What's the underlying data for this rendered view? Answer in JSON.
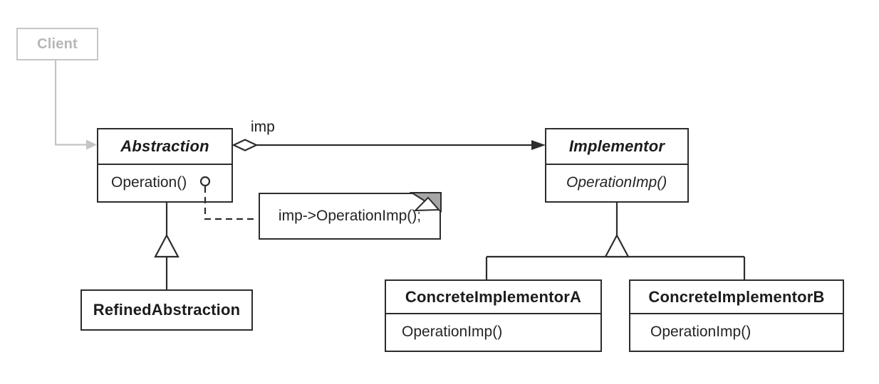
{
  "classes": {
    "client": {
      "name": "Client"
    },
    "abstraction": {
      "name": "Abstraction",
      "operations": [
        "Operation()"
      ]
    },
    "implementor": {
      "name": "Implementor",
      "operations": [
        "OperationImp()"
      ]
    },
    "refined_abstraction": {
      "name": "RefinedAbstraction"
    },
    "concrete_implementor_a": {
      "name": "ConcreteImplementorA",
      "operations": [
        "OperationImp()"
      ]
    },
    "concrete_implementor_b": {
      "name": "ConcreteImplementorB",
      "operations": [
        "OperationImp()"
      ]
    }
  },
  "relationships": {
    "aggregation_label": "imp"
  },
  "note": {
    "text": "imp->OperationImp();"
  },
  "colors": {
    "line": "#2d2d2d",
    "muted": "#c4c4c4",
    "muted_text": "#b6b6b6",
    "note_fold": "#a6a6a6",
    "background": "#ffffff"
  }
}
